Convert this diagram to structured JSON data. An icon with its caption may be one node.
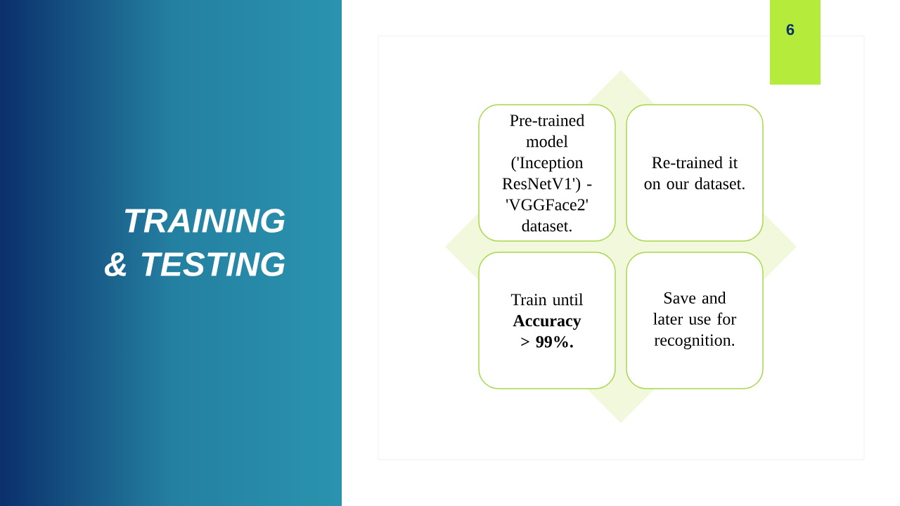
{
  "diagram": {
    "title": "TRAINING & TESTING",
    "nodes": [
      {
        "text": [
          "6"
        ]
      },
      {
        "text": [
          "Pre-trained model ('Inception ResNetV1') - 'VGGFace2' dataset."
        ]
      },
      {
        "text": [
          "Re-trained it on our dataset."
        ]
      },
      {
        "text": [
          "Train until **Accuracy > 99%.**"
        ]
      },
      {
        "text": [
          "Save and later use for recognition."
        ]
      }
    ]
  }
}
